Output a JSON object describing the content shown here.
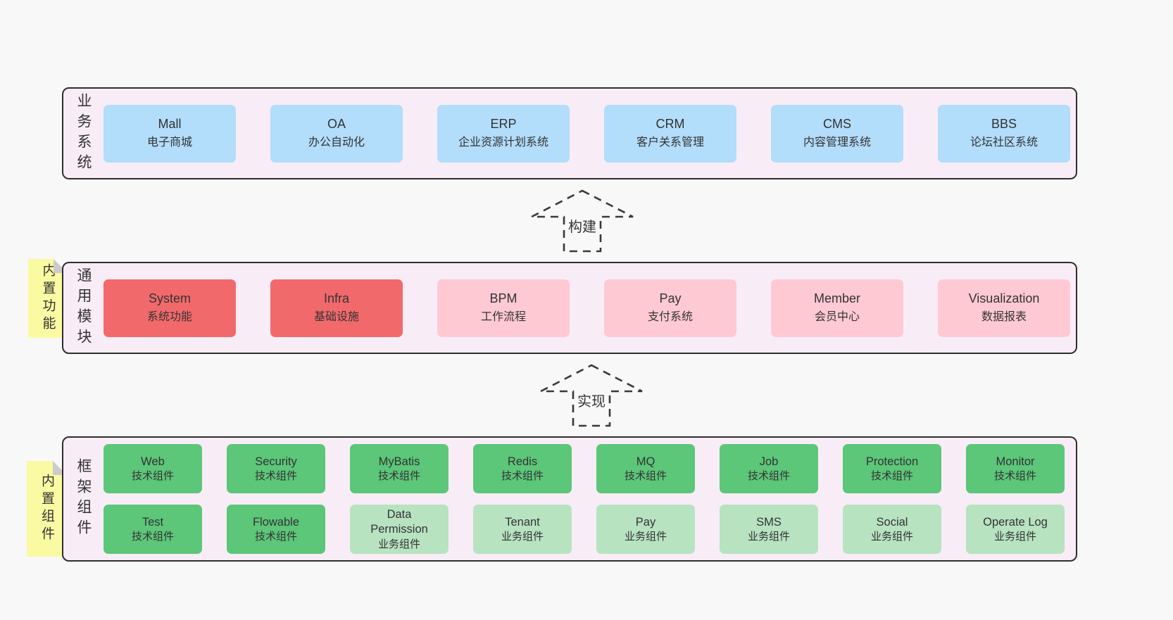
{
  "colors": {
    "page_bg": "#f8f8f8",
    "panel_bg": "#f8edf6",
    "panel_border": "#2e2e2e",
    "blue_box": "#b2ddfb",
    "red_box": "#f2696c",
    "pink_box": "#ffc9d3",
    "green_box": "#5cc679",
    "light_green_box": "#b7e3c1",
    "sticky_yellow": "#fafaa3",
    "sticky_fold_gray": "#cbcbcb",
    "text": "#333333"
  },
  "arrows": {
    "build": "构建",
    "implement": "实现"
  },
  "stickies": {
    "modules": "内置功能",
    "components": "内置组件"
  },
  "panels": {
    "business": {
      "label": "业务系统",
      "boxes": [
        {
          "title": "Mall",
          "subtitle": "电子商城",
          "variant": "blue"
        },
        {
          "title": "OA",
          "subtitle": "办公自动化",
          "variant": "blue"
        },
        {
          "title": "ERP",
          "subtitle": "企业资源计划系统",
          "variant": "blue"
        },
        {
          "title": "CRM",
          "subtitle": "客户关系管理",
          "variant": "blue"
        },
        {
          "title": "CMS",
          "subtitle": "内容管理系统",
          "variant": "blue"
        },
        {
          "title": "BBS",
          "subtitle": "论坛社区系统",
          "variant": "blue"
        }
      ]
    },
    "modules": {
      "label": "通用模块",
      "boxes": [
        {
          "title": "System",
          "subtitle": "系统功能",
          "variant": "red"
        },
        {
          "title": "Infra",
          "subtitle": "基础设施",
          "variant": "red"
        },
        {
          "title": "BPM",
          "subtitle": "工作流程",
          "variant": "pink"
        },
        {
          "title": "Pay",
          "subtitle": "支付系统",
          "variant": "pink"
        },
        {
          "title": "Member",
          "subtitle": "会员中心",
          "variant": "pink"
        },
        {
          "title": "Visualization",
          "subtitle": "数据报表",
          "variant": "pink"
        }
      ]
    },
    "components": {
      "label": "框架组件",
      "rows": [
        [
          {
            "title": "Web",
            "subtitle": "技术组件",
            "variant": "green"
          },
          {
            "title": "Security",
            "subtitle": "技术组件",
            "variant": "green"
          },
          {
            "title": "MyBatis",
            "subtitle": "技术组件",
            "variant": "green"
          },
          {
            "title": "Redis",
            "subtitle": "技术组件",
            "variant": "green"
          },
          {
            "title": "MQ",
            "subtitle": "技术组件",
            "variant": "green"
          },
          {
            "title": "Job",
            "subtitle": "技术组件",
            "variant": "green"
          },
          {
            "title": "Protection",
            "subtitle": "技术组件",
            "variant": "green"
          },
          {
            "title": "Monitor",
            "subtitle": "技术组件",
            "variant": "green"
          }
        ],
        [
          {
            "title": "Test",
            "subtitle": "技术组件",
            "variant": "green"
          },
          {
            "title": "Flowable",
            "subtitle": "技术组件",
            "variant": "green"
          },
          {
            "title": "Data Permission",
            "subtitle": "业务组件",
            "variant": "lightgreen"
          },
          {
            "title": "Tenant",
            "subtitle": "业务组件",
            "variant": "lightgreen"
          },
          {
            "title": "Pay",
            "subtitle": "业务组件",
            "variant": "lightgreen"
          },
          {
            "title": "SMS",
            "subtitle": "业务组件",
            "variant": "lightgreen"
          },
          {
            "title": "Social",
            "subtitle": "业务组件",
            "variant": "lightgreen"
          },
          {
            "title": "Operate Log",
            "subtitle": "业务组件",
            "variant": "lightgreen"
          }
        ]
      ]
    }
  }
}
